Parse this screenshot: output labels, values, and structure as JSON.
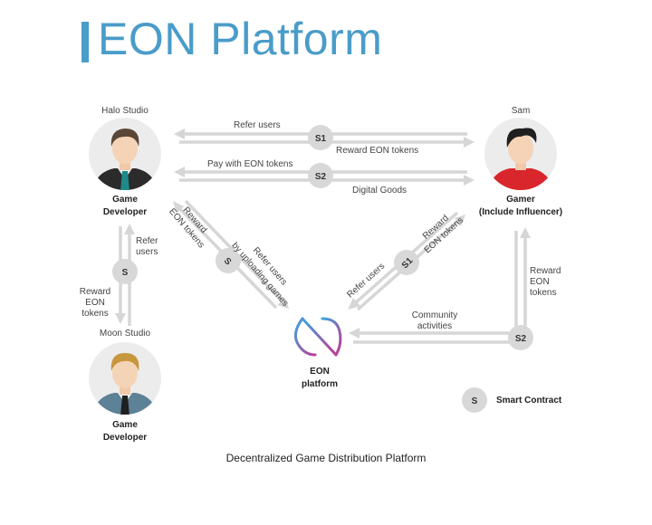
{
  "header": {
    "title": "EON Platform"
  },
  "actors": {
    "halo": {
      "name": "Halo Studio",
      "role_line1": "Game",
      "role_line2": "Developer"
    },
    "sam": {
      "name": "Sam",
      "role_line1": "Gamer",
      "role_line2": "(Include Influencer)"
    },
    "moon": {
      "name": "Moon Studio",
      "role_line1": "Game",
      "role_line2": "Developer"
    },
    "eon": {
      "line1": "EON",
      "line2": "platform"
    }
  },
  "nodes": {
    "top_s1": "S1",
    "top_s2": "S2",
    "left_s": "S",
    "diag_left_s": "S",
    "diag_right_s1": "S1",
    "right_s2": "S2"
  },
  "flows": {
    "refer_users_top": "Refer users",
    "reward_eon_top": "Reward EON tokens",
    "pay_with_eon": "Pay with EON tokens",
    "digital_goods": "Digital Goods",
    "left_refer_1": "Refer",
    "left_refer_2": "users",
    "left_reward_1": "Reward",
    "left_reward_2": "EON",
    "left_reward_3": "tokens",
    "diag_reward_1": "Reward",
    "diag_reward_2": "EON tokens",
    "diag_refer_1": "Refer users",
    "diag_refer_2": "by uploading games",
    "diag_r_refer": "Refer users",
    "diag_r_reward_1": "Reward",
    "diag_r_reward_2": "EON tokens",
    "right_reward_1": "Reward",
    "right_reward_2": "EON",
    "right_reward_3": "tokens",
    "community_1": "Community",
    "community_2": "activities"
  },
  "legend": {
    "symbol": "S",
    "label": "Smart Contract"
  },
  "caption": "Decentralized Game Distribution Platform",
  "colors": {
    "title": "#4a9cc9",
    "arrow": "#d6d6d6",
    "node": "#d8d8d8",
    "avatar_bg": "#ececec",
    "gamer_shirt": "#d9262c",
    "dev_suit": "#2b2b2b",
    "dev_tie": "#1d8a8a",
    "moon_suit": "#5d8196",
    "logo_start": "#3aa6e0",
    "logo_end": "#c0398f"
  }
}
